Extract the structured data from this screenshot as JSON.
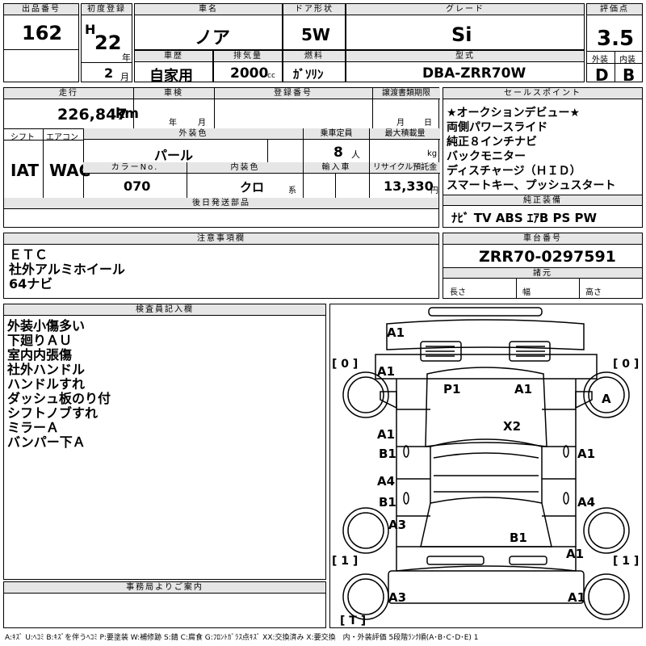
{
  "header": {
    "lot_label": "出品番号",
    "lot": "162",
    "reg_label": "初度登録",
    "era": "H",
    "year": "22",
    "year_unit": "年",
    "month": "2",
    "month_unit": "月",
    "car_name_label": "車名",
    "car_name": "ノア",
    "door_label": "ドア形状",
    "door": "5W",
    "grade_label": "グレード",
    "grade": "Si",
    "score_label": "評価点",
    "score": "3.5",
    "history_label": "車歴",
    "history": "自家用",
    "displacement_label": "排気量",
    "displacement": "2000",
    "cc": "cc",
    "fuel_label": "燃料",
    "fuel": "ｶﾞｿﾘﾝ",
    "model_label": "型式",
    "model": "DBA-ZRR70W",
    "ext_label": "外装",
    "ext": "D",
    "int_label": "内装",
    "int": "B"
  },
  "info": {
    "mileage_label": "走行",
    "mileage": "226,847",
    "km": "km",
    "inspection_label": "車検",
    "ins_year": "年",
    "ins_month": "月",
    "regno_label": "登録番号",
    "transfer_label": "譲渡書類期限",
    "tr_month": "月",
    "tr_day": "日",
    "shift_label": "シフト",
    "shift": "IAT",
    "ac_label": "エアコン",
    "ac": "WAC",
    "color_label": "外装色",
    "color": "パール",
    "capacity_label": "乗車定員",
    "capacity": "8",
    "person": "人",
    "load_label": "最大積載量",
    "kg": "kg",
    "colorno_label": "カラーNo.",
    "colorno": "070",
    "interior_label": "内装色",
    "interior": "クロ",
    "series": "系",
    "import_label": "輸入車",
    "recycle_label": "リサイクル預託金",
    "recycle": "13,330",
    "yen": "円",
    "later_label": "後日発送部品"
  },
  "sales": {
    "label": "セールスポイント",
    "lines": [
      "★オークションデビュー★",
      "両側パワースライド",
      "純正８インチナビ",
      "バックモニター",
      "ディスチャージ（ＨＩＤ）",
      "スマートキー、プッシュスタート"
    ],
    "equip_label": "純正装備",
    "equip": "ﾅﾋﾞ TV ABS ｴｱB PS PW"
  },
  "notes": {
    "label": "注意事項欄",
    "lines": [
      "ＥＴＣ",
      "社外アルミホイール",
      "64ナビ"
    ]
  },
  "chassis": {
    "label": "車台番号",
    "value": "ZRR70-0297591",
    "spec_label": "諸元",
    "length": "長さ",
    "width": "幅",
    "height": "高さ"
  },
  "inspector": {
    "label": "検査員記入欄",
    "lines": [
      "外装小傷多い",
      "下廻りＡＵ",
      "室内内張傷",
      "社外ハンドル",
      "ハンドルすれ",
      "ダッシュ板のり付",
      "シフトノブすれ",
      "ミラーＡ",
      "バンパー下Ａ"
    ]
  },
  "office": {
    "label": "事務局よりご案内"
  },
  "legend": "A:ｷｽﾞ U:ﾍｺﾐ B:ｷｽﾞを伴うﾍｺﾐ P:要塗装 W:補修跡 S:錆 C:腐食 G:ﾌﾛﾝﾄｶﾞﾗｽ点ｷｽﾞ XX:交換済み X:要交換　内・外装評価 5段階ﾗﾝｸ順(A･B･C･D･E) 1",
  "diagram": {
    "marks": {
      "front_bumper": "A1",
      "left_front": "A1",
      "bonnet": "P1",
      "bonnet_r": "A1",
      "roof": "X2",
      "left_door_f": "A1",
      "left_door_f2": "B1",
      "right_door_f": "A1",
      "left_door_r": "A4",
      "left_door_r2": "B1",
      "right_door_r": "A4",
      "left_rear": "A3",
      "trunk": "B1",
      "right_rear": "A1",
      "rear_bumper_l": "A3",
      "rear_bumper_r": "A1",
      "right_front_wheel": "A"
    },
    "tires": {
      "fl": "[ 0 ]",
      "fr": "[ 0 ]",
      "rl": "[ 1 ]",
      "rr": "[ 1 ]",
      "spare": "[ T ]"
    }
  }
}
